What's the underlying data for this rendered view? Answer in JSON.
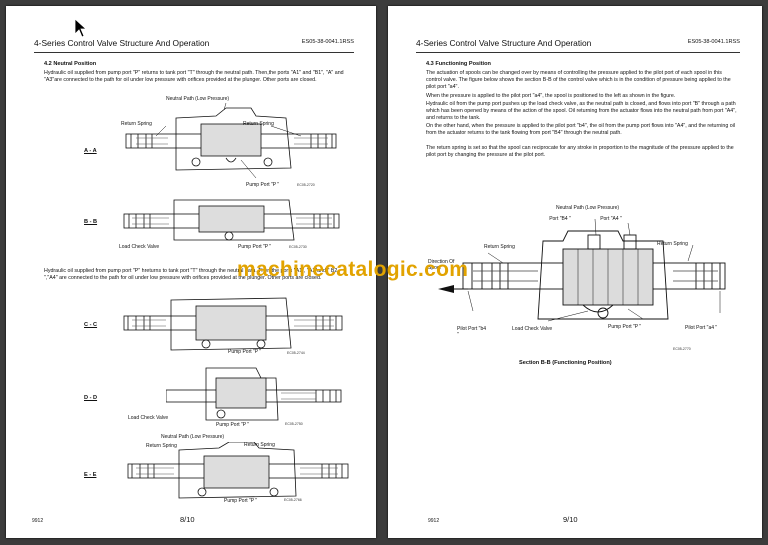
{
  "left_page": {
    "header_title": "4-Series Control Valve Structure And Operation",
    "header_code": "ES05-38-0041.1RSS",
    "section_title": "4.2   Neutral Position",
    "para1": "Hydraulic oil supplied from pump port \"P\" returns to tank port \"T\" through the neutral path. Then,the ports \"A1\" and \"B1\", \"A\" and \"A3\"are connected to the path for oil under low pressure with orifices provided at the plunger. Other ports are closed.",
    "para2": "Hydraulic oil supplied from pump port \"P\" hreturns to tank port \"T\" through the neutral path. Then,the ports \"A1\", \"A2\"and \" B2 \",\"A4\" are connected to the path for oil under low pressure with orifices provided at the plunger. Other ports are closed.",
    "labels": {
      "neutral_path": "Neutral Path (Low Pressure)",
      "return_spring": "Return Spring",
      "pump_port": "Pump Port \"P \"",
      "load_check_valve": "Load Check Valve"
    },
    "sections": [
      "A - A",
      "B - B",
      "C - C",
      "D - D",
      "E - E"
    ],
    "figure_ids": [
      "EC05-2720",
      "EC05-2730",
      "EC05-2744",
      "EC05-2750",
      "EC05-2766"
    ],
    "footer_left": "9912",
    "page_number": "8/10"
  },
  "right_page": {
    "header_title": "4-Series Control Valve Structure And Operation",
    "header_code": "ES05-38-0041.1RSS",
    "section_title": "4.3   Functioning Position",
    "para1": "The actuation of spools can be changed over by means of controlling the pressure applied to the pilot port of each spool in this control valve. The figure below shows the section B-B of the control valve which is in the condition of pressure being applied to the pilot port \"a4\".",
    "para2": "When the pressure is applied to the pilot port \"a4\", the spool is positioned to the left as shown in the figure.",
    "para3": "Hydraulic oil from the pump port pushes up the load check valve, as the neutral path is closed, and flows into port \"B\" through a path which has been opened by means of the action of the spool. Oil returning from the actuator flows into the neutral path from port \"A4\", and returns to the tank.",
    "para4": "On the other hand, when the pressure is applied to the pilot port \"b4\", the oil from the pump port flows into \"A4\", and the returning oil from the actuator returns to the tank flowing from port \"B4\" through the neutral path.",
    "para5": "The return spring is set so that the spool can reciprocate for any stroke in proportion to the magnitude of the pressure applied to the pilot port by changing the pressure at the pilot port.",
    "labels": {
      "neutral_path": "Neutral Path (Low Pressure)",
      "port_b4": "Port \"B4 \"",
      "port_a4": "Port \"A4 \"",
      "return_spring_l": "Return Spring",
      "return_spring_r": "Return Spring",
      "direction_of_spool": "Direction Of Spool",
      "pilot_port_b4": "Pilot Port \"b4 \"",
      "load_check_valve": "Load Check Valve",
      "pump_port": "Pump Port \"P \"",
      "pilot_port_a4": "Pilot Port \"a4 \""
    },
    "figure_id": "EC05-2770",
    "caption": "Section B-B (Functioning Position)",
    "footer_left": "9912",
    "page_number": "9/10"
  },
  "watermark": "machinecatalogic.com"
}
